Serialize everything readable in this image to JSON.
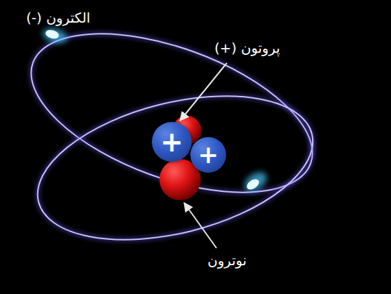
{
  "diagram": {
    "nodes": [
      {
        "text": [
          "+"
        ]
      },
      {
        "text": [
          "+"
        ]
      }
    ],
    "labels": [
      "الکترون (-)",
      "پروتون (+)",
      "نوترون"
    ]
  }
}
